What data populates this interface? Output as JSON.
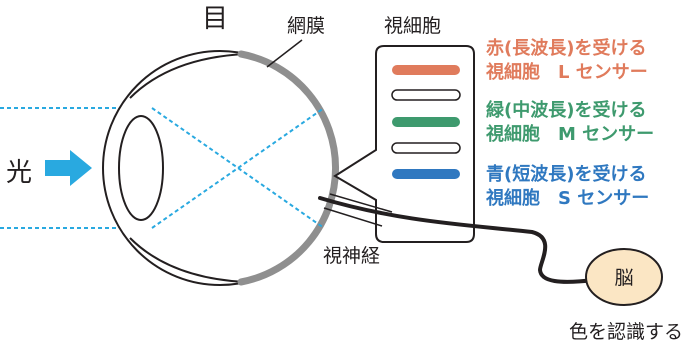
{
  "labels": {
    "eye": "目",
    "retina": "網膜",
    "photoreceptor_cells": "視細胞",
    "light": "光",
    "optic_nerve": "視神経",
    "brain": "脳",
    "recognize_color": "色を認識する"
  },
  "receptors": [
    {
      "line1": "赤(長波長)を受ける",
      "line2": "視細胞　L センサー",
      "color": "#e07b5c"
    },
    {
      "line1": "緑(中波長)を受ける",
      "line2": "視細胞　M センサー",
      "color": "#3e9a6e"
    },
    {
      "line1": "青(短波長)を受ける",
      "line2": "視細胞　S センサー",
      "color": "#2f78c0"
    }
  ],
  "colors": {
    "light_arrow": "#29a9e0",
    "light_rays": "#29a9e0",
    "retina": "#8f8f8f",
    "brain_fill": "#fbe6c4",
    "outline": "#231f20"
  }
}
